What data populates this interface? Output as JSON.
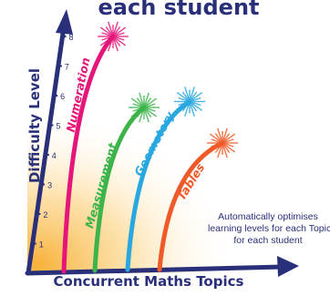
{
  "title": "each student",
  "x_axis_label": "Concurrent Maths Topics",
  "y_axis_label": "Difficulty Level",
  "y_ticks": [
    "1",
    "2",
    "3",
    "4",
    "5",
    "6",
    "7",
    "8"
  ],
  "topics": [
    {
      "name": "Numeration",
      "level": 8.0,
      "color": "#e5157a"
    },
    {
      "name": "Measurement",
      "level": 5.6,
      "color": "#3cb44a"
    },
    {
      "name": "Geometery",
      "level": 5.8,
      "color": "#29a8e0"
    },
    {
      "name": "Tables",
      "level": 4.4,
      "color": "#f05a28"
    }
  ],
  "note_lines": [
    "Automatically optimises",
    "learning levels for each Topic",
    "for each student"
  ],
  "colors": {
    "axis": "#2a2f7a",
    "glow": "#f7a823"
  }
}
